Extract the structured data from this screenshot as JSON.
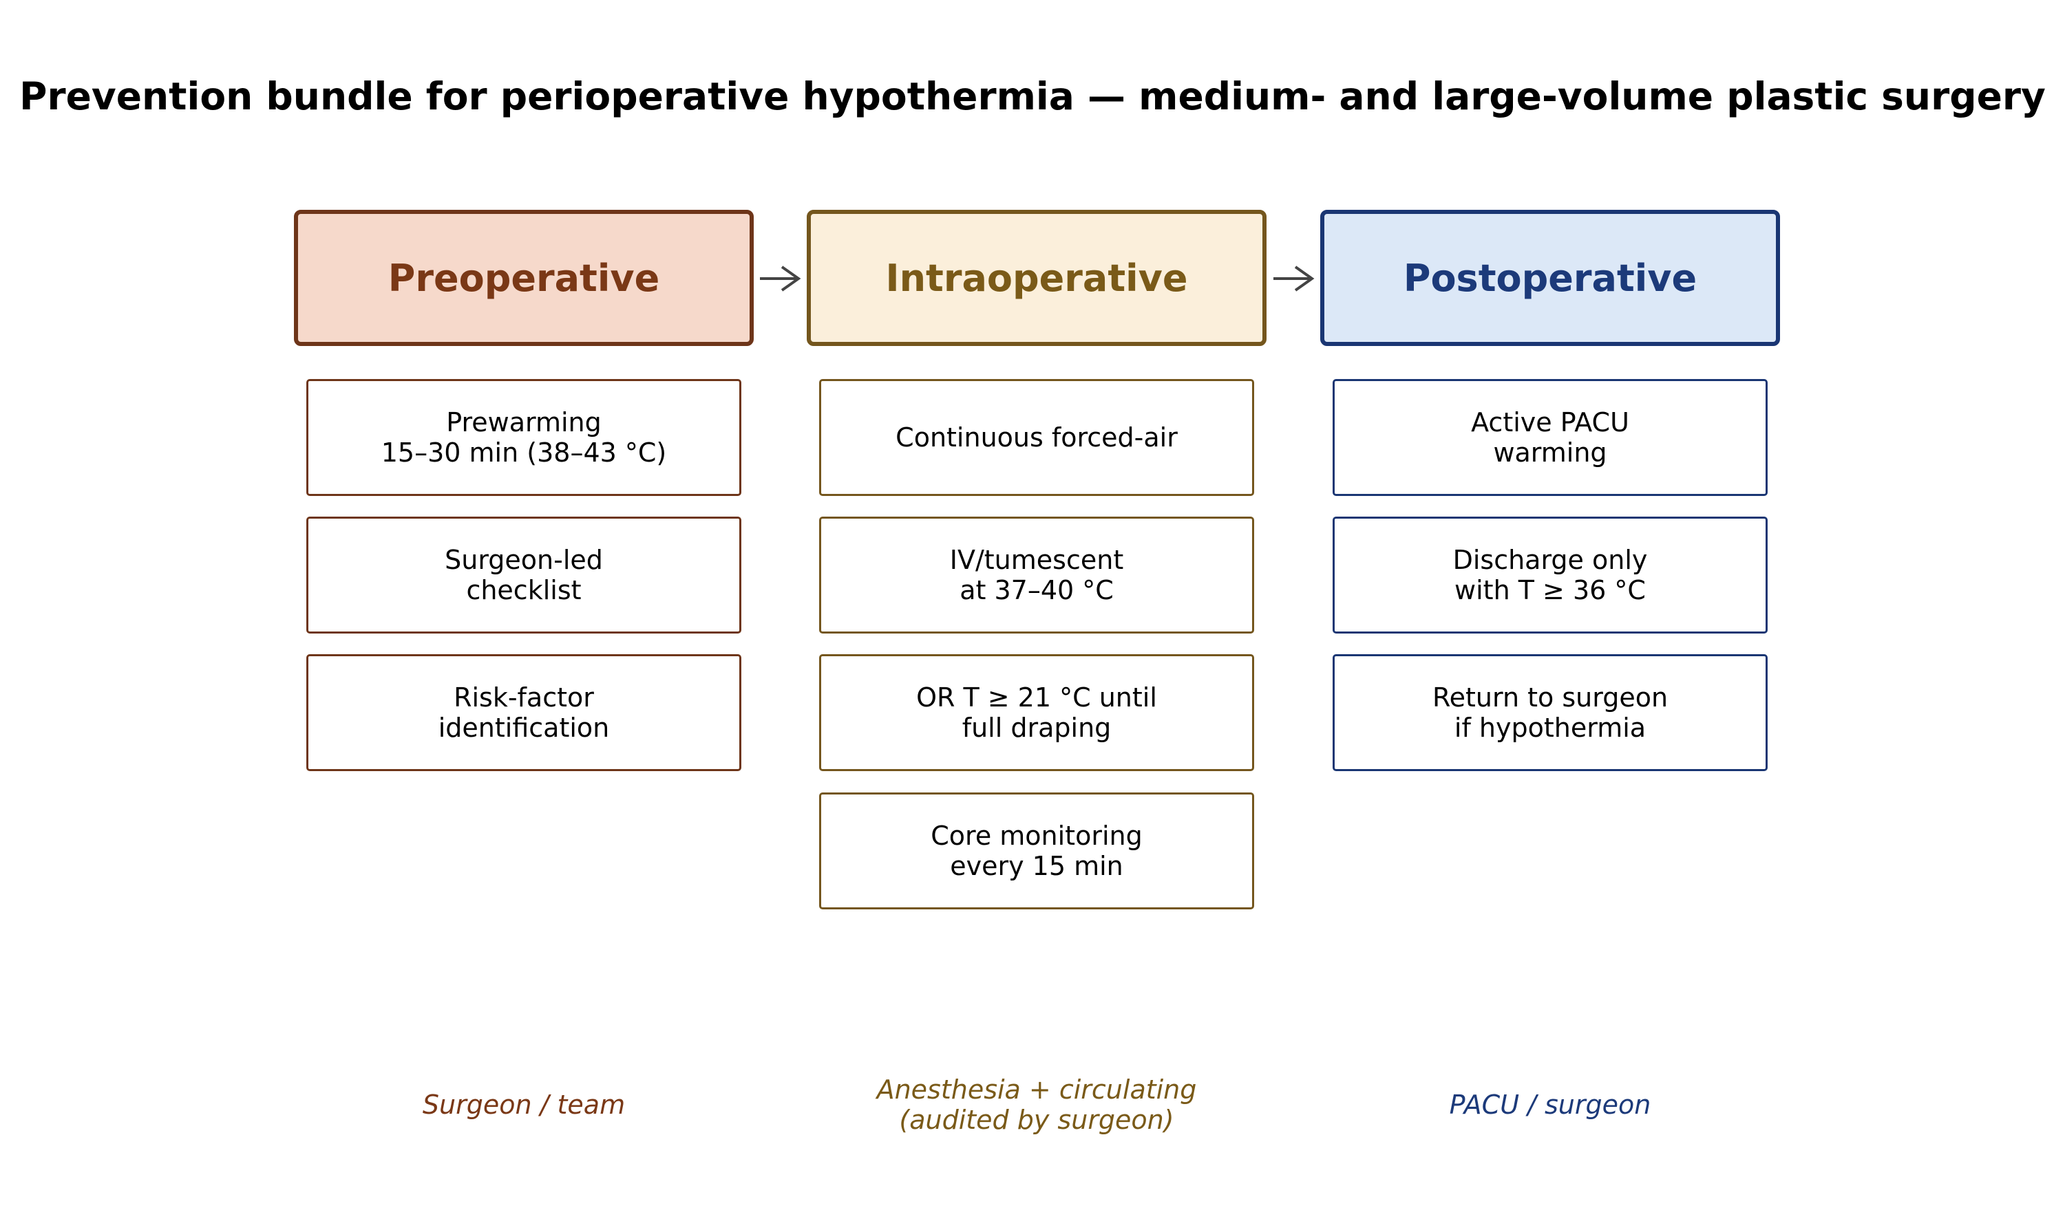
{
  "title": "Prevention bundle for perioperative hypothermia — medium- and large-volume plastic surgery",
  "colors": {
    "pre_border": "#6e3519",
    "pre_fill": "#f6d9cb",
    "pre_text": "#7a3816",
    "intra_border": "#74561d",
    "intra_fill": "#fbefdb",
    "intra_text": "#7a5a18",
    "post_border": "#1a3673",
    "post_fill": "#dce8f7",
    "post_text": "#1c3a7a",
    "arrow": "#444444"
  },
  "phases": [
    {
      "label": "Preoperative",
      "items": [
        "Prewarming\n15–30 min (38–43 °C)",
        "Surgeon-led\nchecklist",
        "Risk-factor\nidentification"
      ],
      "owner": "Surgeon / team"
    },
    {
      "label": "Intraoperative",
      "items": [
        "Continuous forced-air",
        "IV/tumescent\nat 37–40 °C",
        "OR T ≥ 21 °C until\nfull draping",
        "Core monitoring\nevery 15 min"
      ],
      "owner": "Anesthesia + circulating\n(audited by surgeon)"
    },
    {
      "label": "Postoperative",
      "items": [
        "Active PACU\nwarming",
        "Discharge only\nwith T ≥ 36 °C",
        "Return to surgeon\nif hypothermia"
      ],
      "owner": "PACU / surgeon"
    }
  ]
}
